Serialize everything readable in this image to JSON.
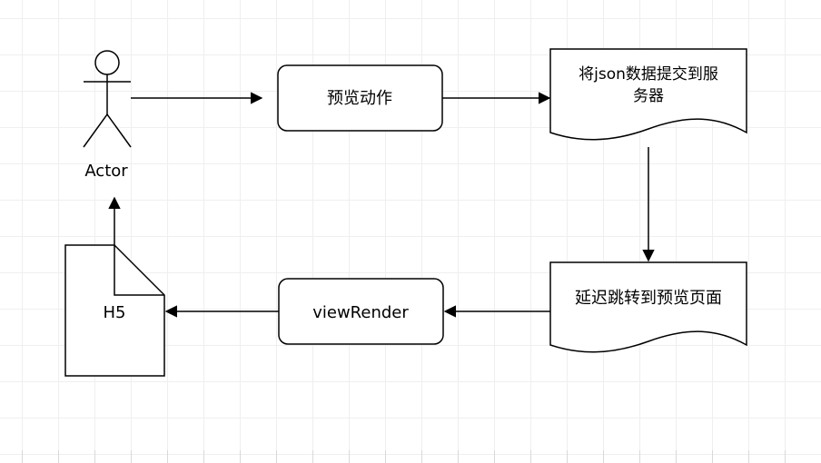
{
  "nodes": {
    "actor": {
      "label": "Actor"
    },
    "preview_action": {
      "label": "预览动作"
    },
    "submit_json": {
      "line1": "将json数据提交到服",
      "line2": "务器"
    },
    "delay_redirect": {
      "label": "延迟跳转到预览页面"
    },
    "view_render": {
      "label": "viewRender"
    },
    "h5": {
      "label": "H5"
    }
  },
  "colors": {
    "stroke": "#000000",
    "fill": "#ffffff",
    "grid": "#efefef"
  }
}
